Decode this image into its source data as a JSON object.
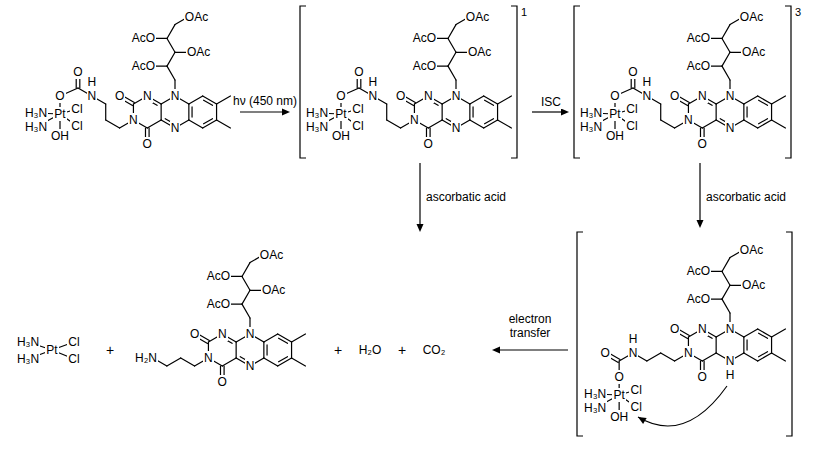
{
  "diagram": {
    "labels": [
      "OAc",
      "AcO",
      "OAc",
      "AcO",
      "N",
      "N",
      "O",
      "N",
      "O",
      "N",
      "H",
      "N",
      "O",
      "O",
      "H₃N",
      "Pt",
      "Cl",
      "H₃N",
      "Cl",
      "OH",
      "hν (450 nm)",
      "OAc",
      "AcO",
      "OAc",
      "AcO",
      "N",
      "N",
      "O",
      "N",
      "O",
      "N",
      "H",
      "N",
      "O",
      "O",
      "H₃N",
      "Pt",
      "Cl",
      "H₃N",
      "Cl",
      "OH",
      "1",
      "ISC",
      "OAc",
      "AcO",
      "OAc",
      "AcO",
      "N",
      "N",
      "O",
      "N",
      "O",
      "N",
      "H",
      "N",
      "O",
      "O",
      "H₃N",
      "Pt",
      "Cl",
      "H₃N",
      "Cl",
      "OH",
      "3",
      "ascorbatic acid",
      "ascorbatic acid",
      "H₃N",
      "Pt",
      "Cl",
      "H₃N",
      "Cl",
      "+",
      "OAc",
      "AcO",
      "OAc",
      "AcO",
      "N",
      "N",
      "O",
      "N",
      "O",
      "N",
      "H₂N",
      "+",
      "H₂O",
      "+",
      "CO₂",
      "electron transfer",
      "OAc",
      "AcO",
      "OAc",
      "AcO",
      "N",
      "N",
      "O",
      "N",
      "O",
      "N",
      "H",
      "H",
      "N",
      "O",
      "O",
      "H₃N",
      "Pt",
      "Cl",
      "H₃N",
      "Cl",
      "OH"
    ]
  }
}
